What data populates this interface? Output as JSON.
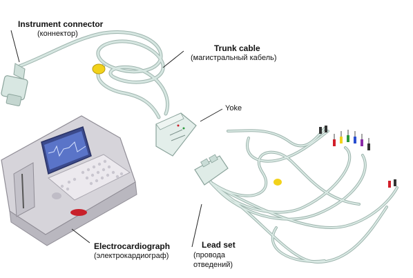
{
  "labels": {
    "instrument_connector": {
      "en": "Instrument connector",
      "ru": "(коннектор)"
    },
    "trunk_cable": {
      "en": "Trunk cable",
      "ru": "(магистральный кабель)"
    },
    "yoke": {
      "en": "Yoke"
    },
    "electrocardiograph": {
      "en": "Electrocardiograph",
      "ru": "(электрокардиограф)"
    },
    "lead_set": {
      "en": "Lead set",
      "ru_line1": "(провода",
      "ru_line2": "отведений)"
    }
  },
  "colors": {
    "cable": "#c9dcd6",
    "cable_shadow": "#9db4ad",
    "device_body": "#d8d6dc",
    "screen": "#5a74c8",
    "keypad": "#ece9ee",
    "brand_red": "#c8202a",
    "label_yellow": "#f2d21b"
  },
  "lead_tip_colors": [
    "#d21f2a",
    "#f2d21b",
    "#2a9a3a",
    "#2a4fd0",
    "#8a2aa8",
    "#333333"
  ]
}
